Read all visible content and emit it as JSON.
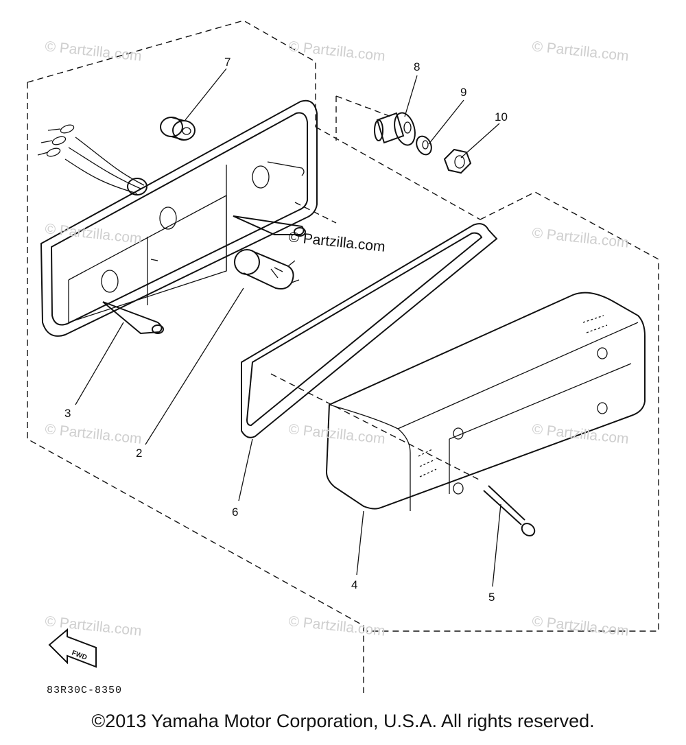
{
  "diagram": {
    "callouts": [
      "2",
      "3",
      "4",
      "5",
      "6",
      "7",
      "8",
      "9",
      "10"
    ],
    "watermark": "© Partzilla.com",
    "diagram_code": "83R30C-8350",
    "fwd_label": "FWD",
    "copyright": "©2013 Yamaha Motor Corporation, U.S.A. All rights reserved."
  }
}
